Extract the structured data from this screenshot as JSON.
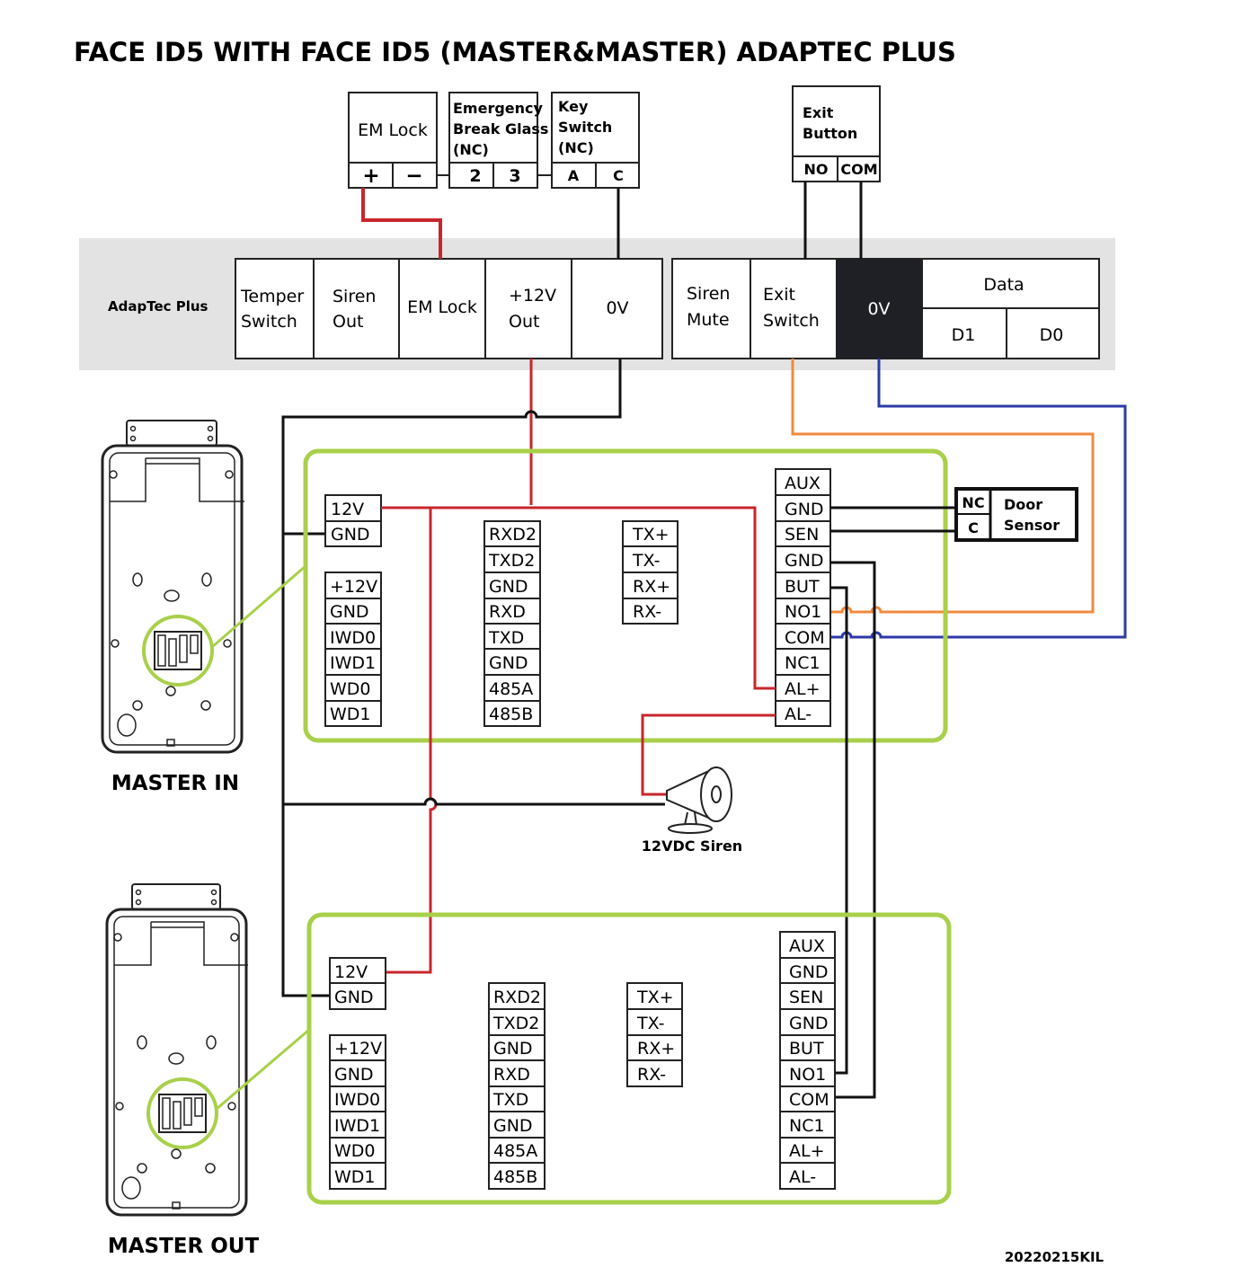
{
  "title": "FACE ID5 WITH FACE ID5 (MASTER&MASTER) ADAPTEC PLUS",
  "top_devices": {
    "em_lock": {
      "name": "EM Lock",
      "terminals": [
        "+",
        "−"
      ]
    },
    "break_glass": {
      "name_lines": [
        "Emergency",
        "Break Glass",
        "(NC)"
      ],
      "terminals": [
        "2",
        "3"
      ]
    },
    "key_switch": {
      "name_lines": [
        "Key",
        "Switch",
        "(NC)"
      ],
      "terminals": [
        "A",
        "C"
      ]
    },
    "exit_button": {
      "name_lines": [
        "Exit",
        "Button"
      ],
      "terminals": [
        "NO",
        "COM"
      ]
    }
  },
  "adaptec": {
    "label": "AdapTec Plus",
    "left_cells": [
      [
        "Temper",
        "Switch"
      ],
      [
        "Siren",
        "Out"
      ],
      [
        "EM Lock"
      ],
      [
        "+12V",
        "Out"
      ],
      [
        "0V"
      ]
    ],
    "right_cells": [
      [
        "Siren",
        "Mute"
      ],
      [
        "Exit",
        "Switch"
      ],
      [
        "0V"
      ]
    ],
    "data_header": "Data",
    "data_cells": [
      "D1",
      "D0"
    ]
  },
  "board_left_power": [
    "12V",
    "GND"
  ],
  "board_left_wiegand": [
    "+12V",
    "GND",
    "IWD0",
    "IWD1",
    "WD0",
    "WD1"
  ],
  "board_mid_col": [
    "RXD2",
    "TXD2",
    "GND",
    "RXD",
    "TXD",
    "GND",
    "485A",
    "485B"
  ],
  "board_rs": [
    "TX+",
    "TX-",
    "RX+",
    "RX-"
  ],
  "board_right": [
    "AUX",
    "GND",
    "SEN",
    "GND",
    "BUT",
    "NO1",
    "COM",
    "NC1",
    "AL+",
    "AL-"
  ],
  "door_sensor": {
    "terminals": [
      "NC",
      "C"
    ],
    "label_lines": [
      "Door",
      "Sensor"
    ]
  },
  "siren_label": "12VDC Siren",
  "master_in_label": "MASTER IN",
  "master_out_label": "MASTER OUT",
  "footer_code": "20220215KIL",
  "colors": {
    "red_wire": "#c8262c",
    "black_wire": "#111111",
    "orange_wire": "#f08a3c",
    "blue_wire": "#2c3aa8",
    "green_outline": "#a8d04a",
    "adaptec_bg": "#e3e3e3",
    "highlight_cell": "#1e2026"
  }
}
